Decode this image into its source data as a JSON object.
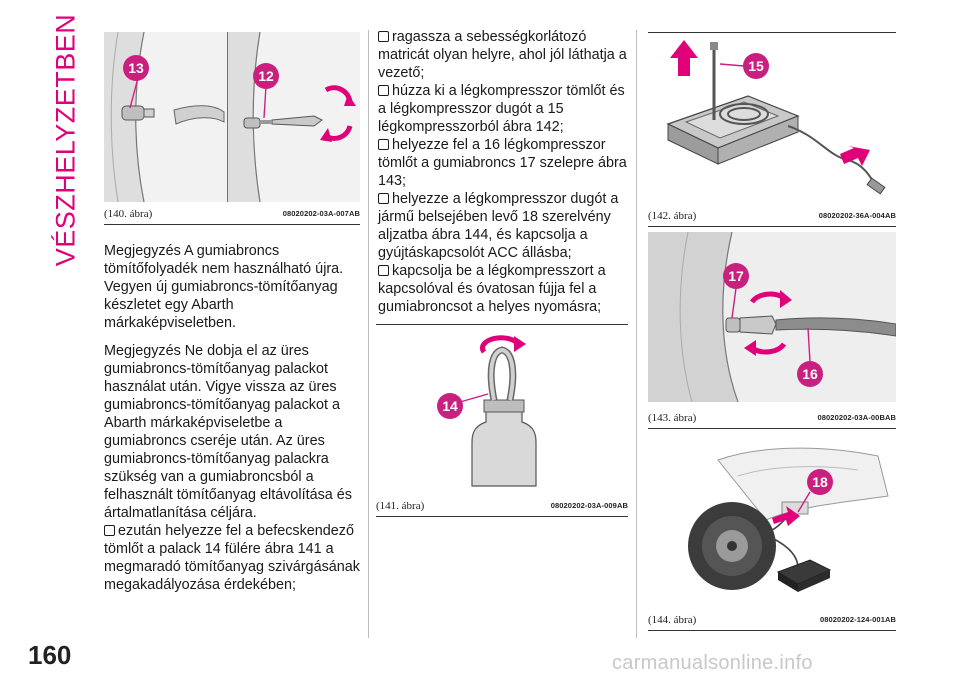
{
  "page": {
    "section_title": "VÉSZHELYZETBEN",
    "page_number": "160",
    "footer_watermark": "carmanualsonline.info"
  },
  "colors": {
    "accent": "#e0007a",
    "badge": "#c9207f",
    "arrow": "#e0007a"
  },
  "figures": [
    {
      "id": "fig140",
      "caption": "(140. ábra)",
      "code": "08020202-03A-007AB",
      "callouts": [
        "13",
        "12"
      ]
    },
    {
      "id": "fig141",
      "caption": "(141. ábra)",
      "code": "08020202-03A-009AB",
      "callouts": [
        "14"
      ]
    },
    {
      "id": "fig142",
      "caption": "(142. ábra)",
      "code": "08020202-36A-004AB",
      "callouts": [
        "15"
      ]
    },
    {
      "id": "fig143",
      "caption": "(143. ábra)",
      "code": "08020202-03A-00BAB",
      "callouts": [
        "17",
        "16"
      ]
    },
    {
      "id": "fig144",
      "caption": "(144. ábra)",
      "code": "08020202-124-001AB",
      "callouts": [
        "18"
      ]
    }
  ],
  "col1": {
    "note1": "Megjegyzés  A gumiabroncs tömítőfolyadék nem használható újra. Vegyen új gumiabroncs-tömítőanyag készletet egy Abarth márkaképviseletben.",
    "note2": "Megjegyzés  Ne dobja el az üres gumiabroncs-tömítőanyag palackot használat után. Vigye vissza az üres gumiabroncs-tömítőanyag palackot a Abarth márkaképviseletbe a gumiabroncs cseréje után. Az üres gumiabroncs-tömítőanyag palackra szükség van a gumiabroncsból a felhasznált tömítőanyag eltávolítása és ártalmatlanítása céljára.",
    "step1": "ezután helyezze fel a befecskendező tömlőt a palack 14 fülére ábra 141 a megmaradó tömítőanyag szivárgásának megakadályozása érdekében;"
  },
  "col2": {
    "steps": [
      "ragassza a sebességkorlátozó matricát olyan helyre, ahol jól láthatja a vezető;",
      "húzza ki a légkompresszor tömlőt és a légkompresszor dugót a 15 légkompresszorból ábra 142;",
      "helyezze fel a 16 légkompresszor tömlőt a gumiabroncs 17 szelepre ábra 143;",
      "helyezze a légkompresszor dugót a jármű belsejében levő 18 szerelvény aljzatba ábra 144, és kapcsolja a gyújtáskapcsolót ACC állásba;",
      "kapcsolja be a légkompresszort a kapcsolóval és óvatosan fújja fel a gumiabroncsot a helyes nyomásra;"
    ]
  }
}
